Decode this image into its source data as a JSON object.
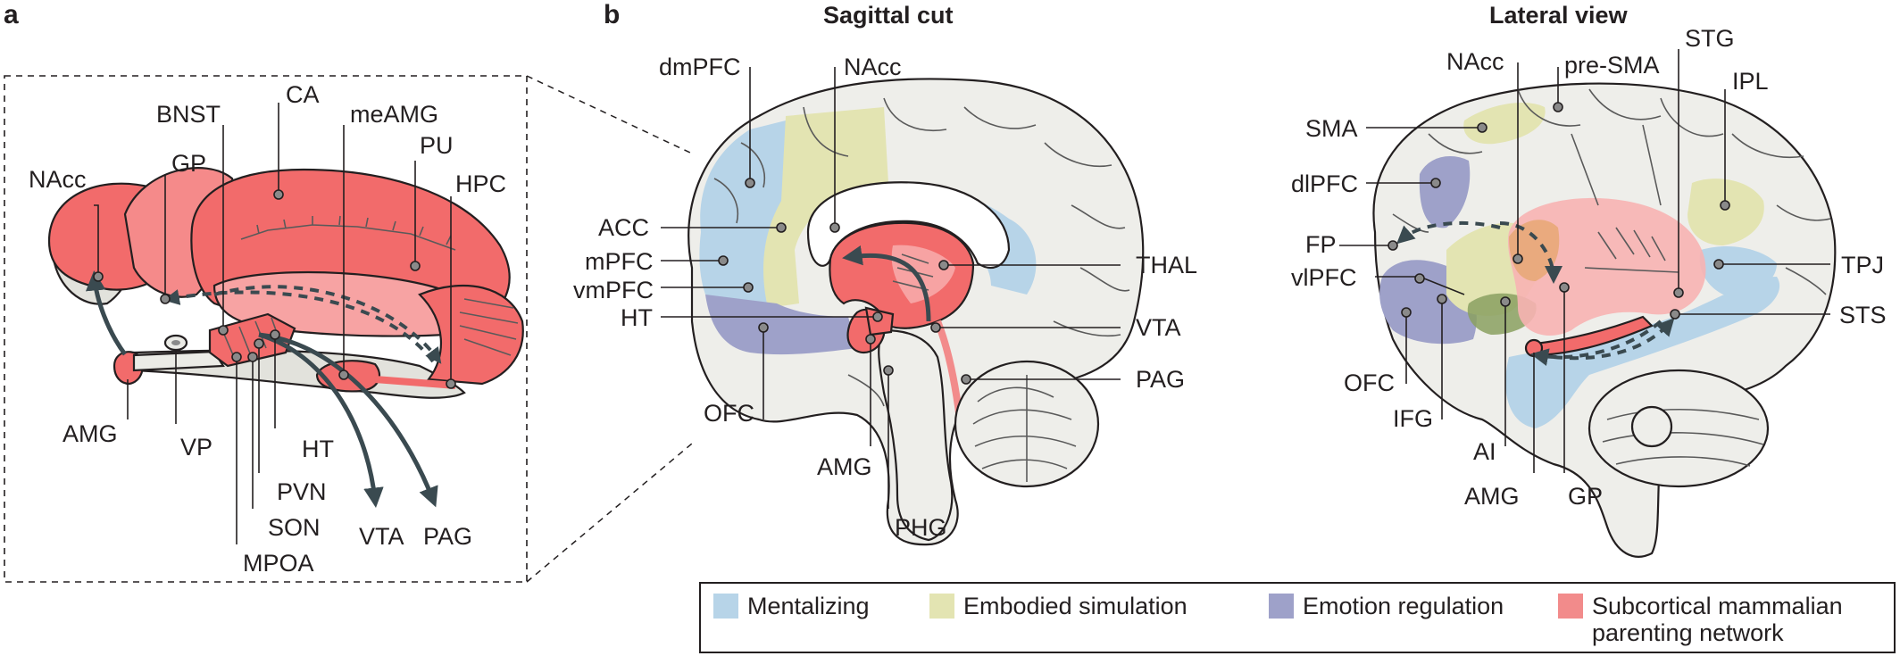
{
  "colors": {
    "mentalizing": "#b7d4e8",
    "embodied": "#e3e4b2",
    "emotion": "#9ea1c9",
    "subcortical": "#f28b8b",
    "brain_fill": "#eeeeea",
    "red_fill": "#f26b6b",
    "red_light": "#f7a3a3"
  },
  "panels": {
    "a": {
      "letter": "a"
    },
    "b": {
      "letter": "b",
      "sagittal_title": "Sagittal cut",
      "lateral_title": "Lateral view"
    }
  },
  "labels_a": {
    "nacc": "NAcc",
    "gp": "GP",
    "bnst": "BNST",
    "ca": "CA",
    "meamg": "meAMG",
    "pu": "PU",
    "hpc": "HPC",
    "amg": "AMG",
    "vp": "VP",
    "ht": "HT",
    "pvn": "PVN",
    "son": "SON",
    "mpoa": "MPOA",
    "vta": "VTA",
    "pag": "PAG"
  },
  "labels_sagittal": {
    "dmpfc": "dmPFC",
    "nacc": "NAcc",
    "acc": "ACC",
    "mpfc": "mPFC",
    "vmpfc": "vmPFC",
    "ht": "HT",
    "ofc": "OFC",
    "amg": "AMG",
    "phg": "PHG",
    "thal": "THAL",
    "vta": "VTA",
    "pag": "PAG"
  },
  "labels_lateral": {
    "nacc": "NAcc",
    "presma": "pre-SMA",
    "stg": "STG",
    "ipl": "IPL",
    "sma": "SMA",
    "dlpfc": "dlPFC",
    "fp": "FP",
    "vlpfc": "vlPFC",
    "ofc": "OFC",
    "ifg": "IFG",
    "ai": "AI",
    "amg": "AMG",
    "gp": "GP",
    "tpj": "TPJ",
    "sts": "STS"
  },
  "legend": {
    "mentalizing": "Mentalizing",
    "embodied": "Embodied simulation",
    "emotion": "Emotion regulation",
    "subcortical": "Subcortical mammalian parenting network"
  }
}
